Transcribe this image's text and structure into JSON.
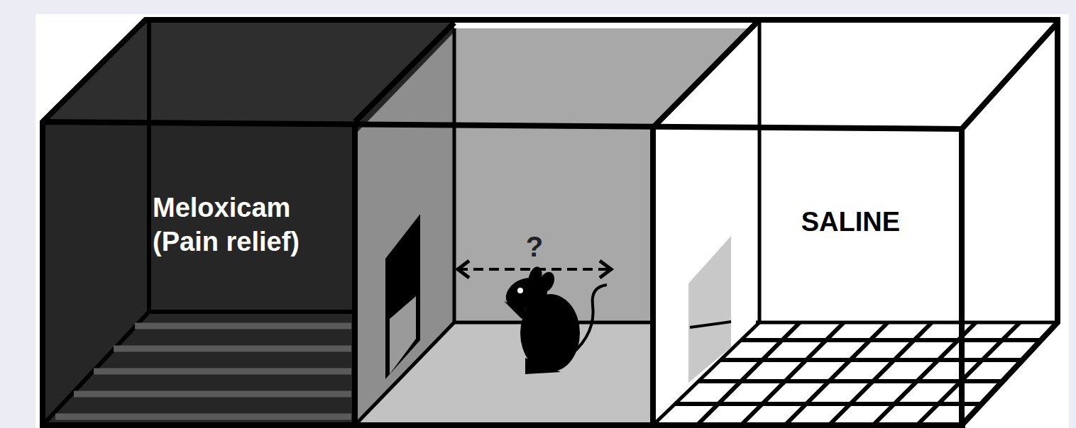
{
  "diagram": {
    "nodes": [
      {
        "text": [
          "Meloxicam (Pain relief)"
        ]
      },
      {
        "text": [
          "SALINE"
        ]
      }
    ],
    "edges": [
      {
        "from": 0,
        "to": 1,
        "label": "?",
        "arrow": "both"
      }
    ]
  }
}
